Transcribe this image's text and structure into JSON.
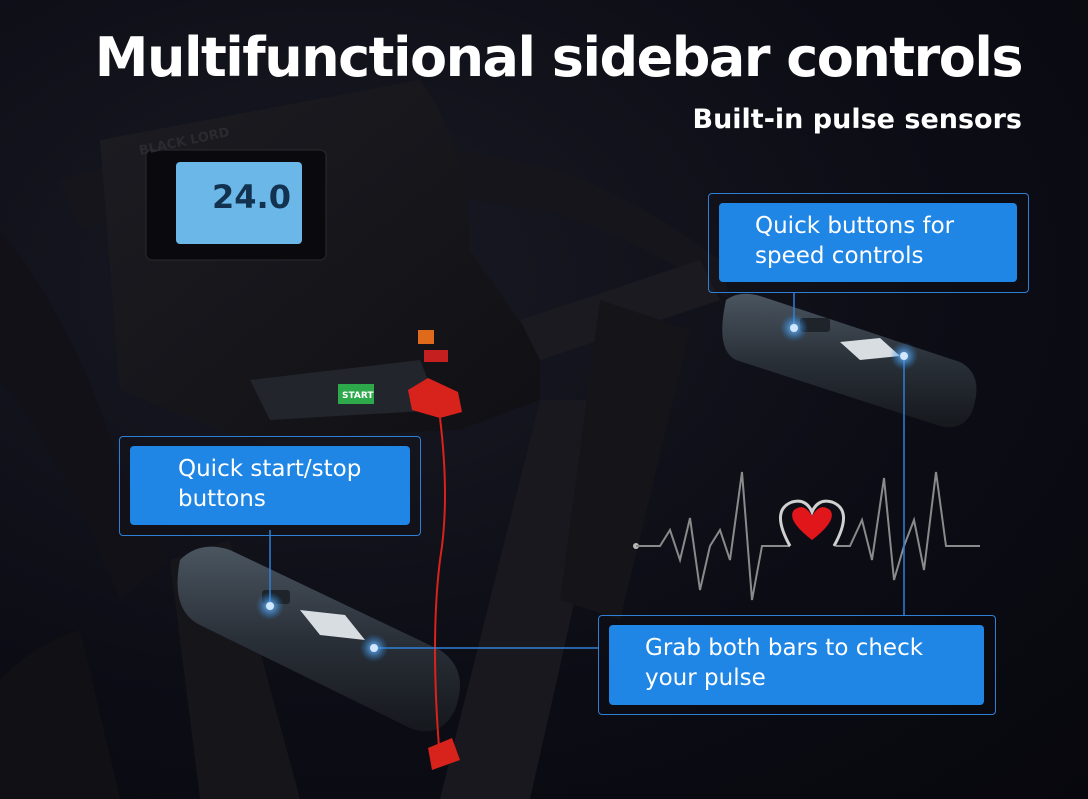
{
  "header": {
    "title": "Multifunctional sidebar controls",
    "subtitle": "Built-in pulse sensors"
  },
  "callouts": {
    "speed": {
      "line1": "Quick buttons for",
      "line2": "speed controls"
    },
    "start_stop": {
      "line1": "Quick start/stop",
      "line2": "buttons"
    },
    "pulse": {
      "line1": "Grab both bars to check",
      "line2": "your pulse"
    }
  },
  "console": {
    "brand": "BLACK LORD",
    "display_value": "24.0",
    "start_label": "START"
  },
  "colors": {
    "accent": "#1f86e6",
    "frame": "#2f7fd6",
    "heart": "#e0161b",
    "safety_key": "#d8221c"
  }
}
